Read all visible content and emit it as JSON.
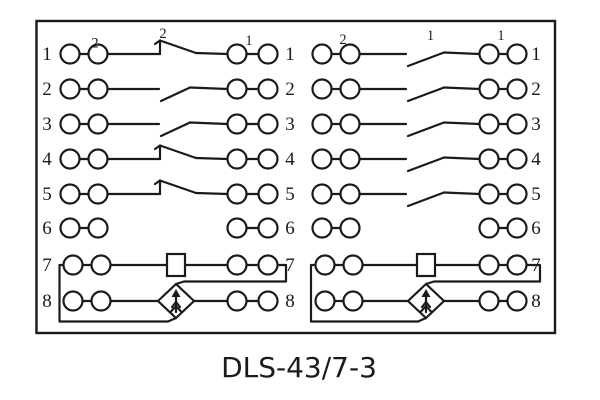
{
  "caption": "DLS-43/7-3",
  "colors": {
    "ink": "#1b1b1b",
    "background": "#ffffff"
  },
  "panels": [
    {
      "id": "left",
      "row_numbers_left": [
        "1",
        "2",
        "3",
        "4",
        "5",
        "6",
        "7",
        "8"
      ],
      "row_numbers_right": [
        "1",
        "2",
        "3",
        "4",
        "5",
        "6",
        "7",
        "8"
      ],
      "rows": [
        {
          "number": "1",
          "middle": "break-contact"
        },
        {
          "number": "2",
          "middle": "make-contact"
        },
        {
          "number": "3",
          "middle": "make-contact"
        },
        {
          "number": "4",
          "middle": "break-contact"
        },
        {
          "number": "5",
          "middle": "break-contact"
        },
        {
          "number": "6",
          "middle": "none"
        },
        {
          "number": "7",
          "middle": "resistor"
        },
        {
          "number": "8",
          "middle": "signal-indicator"
        }
      ],
      "annotations": [
        {
          "text": "2",
          "at": "above-terminal-2-row-1"
        },
        {
          "text": "2",
          "at": "above-contact-row-1"
        },
        {
          "text": "1",
          "at": "above-right-terminal-row-1"
        }
      ]
    },
    {
      "id": "right",
      "row_numbers_left": [],
      "row_numbers_right": [
        "1",
        "2",
        "3",
        "4",
        "5",
        "6",
        "7",
        "8"
      ],
      "rows": [
        {
          "number": "1",
          "middle": "make-contact"
        },
        {
          "number": "2",
          "middle": "make-contact"
        },
        {
          "number": "3",
          "middle": "make-contact"
        },
        {
          "number": "4",
          "middle": "make-contact"
        },
        {
          "number": "5",
          "middle": "make-contact"
        },
        {
          "number": "6",
          "middle": "none"
        },
        {
          "number": "7",
          "middle": "resistor"
        },
        {
          "number": "8",
          "middle": "signal-indicator"
        }
      ],
      "annotations": [
        {
          "text": "2",
          "at": "above-terminal-2-row-1"
        },
        {
          "text": "1",
          "at": "above-contact-row-1"
        },
        {
          "text": "1",
          "at": "above-right-terminal-row-1"
        }
      ]
    }
  ]
}
